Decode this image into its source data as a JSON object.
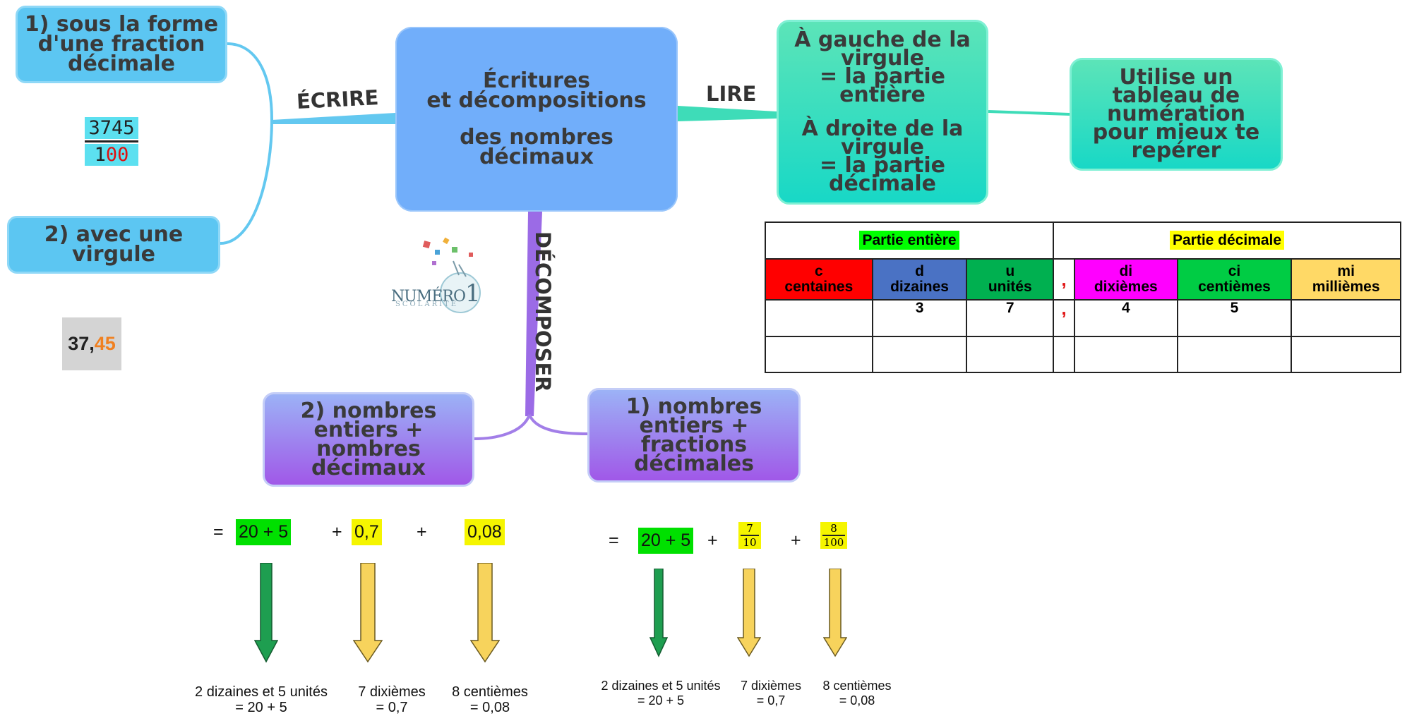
{
  "central": {
    "line1": "Écritures",
    "line2": "et décompositions",
    "line3": "des nombres",
    "line4": "décimaux"
  },
  "branches": {
    "ecrire": "ÉCRIRE",
    "lire": "LIRE",
    "decomposer": "DÉCOMPOSER"
  },
  "ecrire": {
    "node1": [
      "1) sous la forme",
      "d'une fraction",
      "décimale"
    ],
    "fraction": {
      "numerator": "3745",
      "denominator_black": "1",
      "denominator_red": "00"
    },
    "node2": [
      "2) avec une",
      "virgule"
    ],
    "number": {
      "integer_part": "37",
      "comma": ",",
      "decimal_part": "45"
    }
  },
  "lire": {
    "main": [
      "À gauche de la",
      "virgule",
      "= la partie",
      "entière",
      "À droite de la",
      "virgule",
      "= la partie",
      "décimale"
    ],
    "tip": [
      "Utilise un",
      "tableau de",
      "numération",
      "pour mieux te",
      "repérer"
    ]
  },
  "table": {
    "partie_entiere": "Partie entière",
    "partie_decimale": "Partie décimale",
    "columns": [
      {
        "abbr": "c",
        "name": "centaines",
        "color": "#ff0000"
      },
      {
        "abbr": "d",
        "name": "dizaines",
        "color": "#4a72c4"
      },
      {
        "abbr": "u",
        "name": "unités",
        "color": "#00b050"
      },
      {
        "abbr": ",",
        "name": "",
        "color": "#ffffff"
      },
      {
        "abbr": "di",
        "name": "dixièmes",
        "color": "#ff00ff"
      },
      {
        "abbr": "ci",
        "name": "centièmes",
        "color": "#00cc44"
      },
      {
        "abbr": "mi",
        "name": "millièmes",
        "color": "#ffd966"
      }
    ],
    "row1": [
      "",
      "3",
      "7",
      ",",
      "4",
      "5",
      ""
    ],
    "row2": [
      "",
      "",
      "",
      "",
      "",
      "",
      ""
    ]
  },
  "decomposer": {
    "node2": [
      "2) nombres",
      "entiers +",
      "nombres",
      "décimaux"
    ],
    "node1": [
      "1) nombres",
      "entiers +",
      "fractions",
      "décimales"
    ],
    "left": {
      "eq_sign": "=",
      "term1": "20 + 5",
      "plus1": "+",
      "term2": "0,7",
      "plus2": "+",
      "term3": "0,08",
      "explain1": [
        "2 dizaines et 5 unités",
        "= 20 + 5"
      ],
      "explain2": [
        "7 dixièmes",
        "= 0,7"
      ],
      "explain3": [
        "8 centièmes",
        "= 0,08"
      ]
    },
    "right": {
      "eq_sign": "=",
      "term1": "20 + 5",
      "plus1": "+",
      "frac1": {
        "num": "7",
        "den": "10"
      },
      "plus2": "+",
      "frac2": {
        "num": "8",
        "den": "100"
      },
      "explain1": [
        "2 dizaines et 5 unités",
        "= 20 + 5"
      ],
      "explain2": [
        "7 dixièmes",
        "= 0,7"
      ],
      "explain3": [
        "8 centièmes",
        "= 0,08"
      ]
    }
  },
  "logo": {
    "text": "NUMÉRO",
    "digit": "1",
    "sub": "SCOLARITÉ"
  },
  "colors": {
    "cyan": "#5cc6f2",
    "central": "#71aefa",
    "green": "#22dcc0",
    "purple": "#a058e8",
    "arrow_green": "#1e9e50",
    "arrow_yellow": "#f7d35c"
  }
}
